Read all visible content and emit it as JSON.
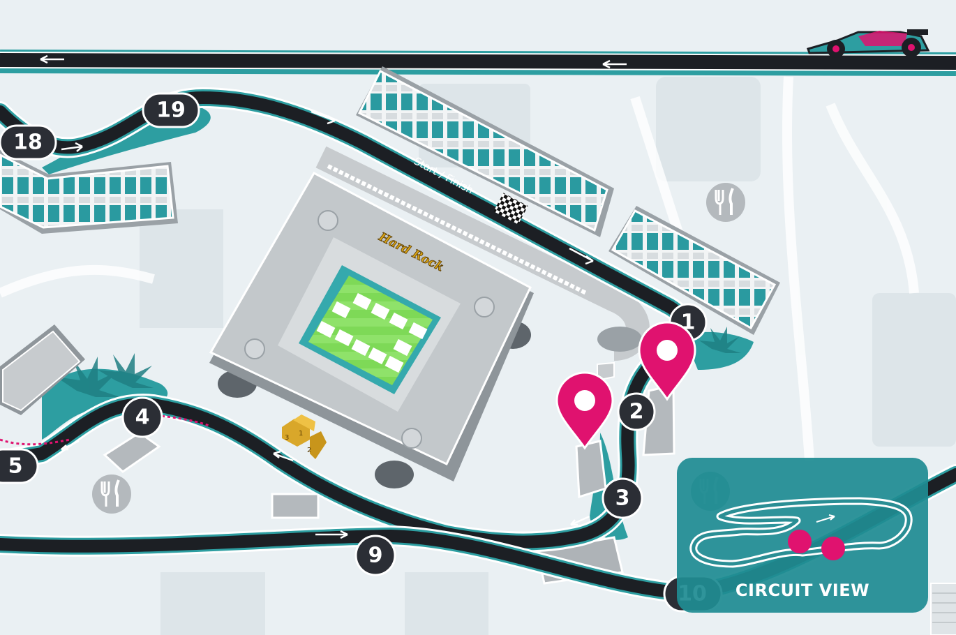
{
  "map": {
    "start_finish_label": "Start / Finish",
    "stadium_logo_text": "Hard Rock",
    "podium_places": [
      "1",
      "2",
      "3"
    ],
    "corners": [
      {
        "id": "19",
        "label": "19"
      },
      {
        "id": "18",
        "label": "18"
      },
      {
        "id": "1",
        "label": "1"
      },
      {
        "id": "2",
        "label": "2"
      },
      {
        "id": "3",
        "label": "3"
      },
      {
        "id": "4",
        "label": "4"
      },
      {
        "id": "5",
        "label": "5"
      },
      {
        "id": "9",
        "label": "9"
      },
      {
        "id": "10",
        "label": "10"
      }
    ],
    "food_icons": [
      "fork-knife-icon",
      "fork-knife-icon",
      "fork-knife-icon"
    ],
    "location_pins": 2
  },
  "overview": {
    "label": "CIRCUIT VIEW"
  },
  "colors": {
    "background": "#eaf0f3",
    "track": "#1c1f24",
    "teal": "#2d9ea1",
    "grandstand_teal": "#2a9aa0",
    "pin": "#e0126f",
    "building": "#b4b9bd",
    "badge": "#2b2e35"
  }
}
